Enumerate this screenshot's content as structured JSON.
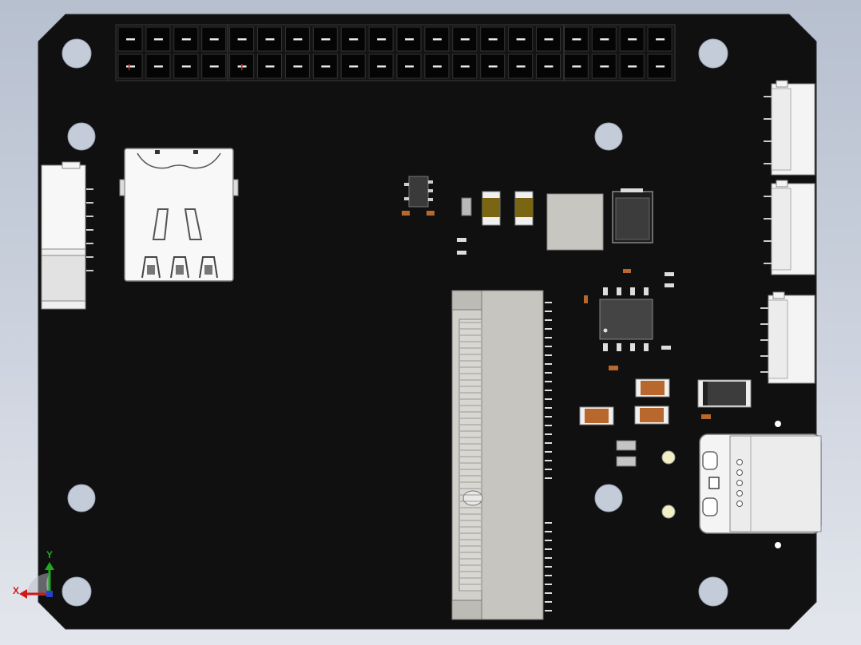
{
  "view": {
    "background_top": "#b7c0cf",
    "background_bottom": "#e3e6ec",
    "board_color": "#101010"
  },
  "triad": {
    "x_label": "X",
    "y_label": "Y",
    "x_color": "#d11919",
    "y_color": "#1faa1f",
    "z_color": "#2244cc"
  },
  "components": {
    "gpio_header": {
      "rows": 2,
      "pins_per_row": 20
    },
    "sim_card_slot": {
      "fingers": 3
    },
    "side_connector_left": {
      "pins": 7
    },
    "right_connectors": [
      {
        "pins": 4
      },
      {
        "pins": 4
      },
      {
        "pins": 5
      }
    ],
    "mpcie_slot": {},
    "usb_type_c": {
      "pins": 5
    }
  }
}
